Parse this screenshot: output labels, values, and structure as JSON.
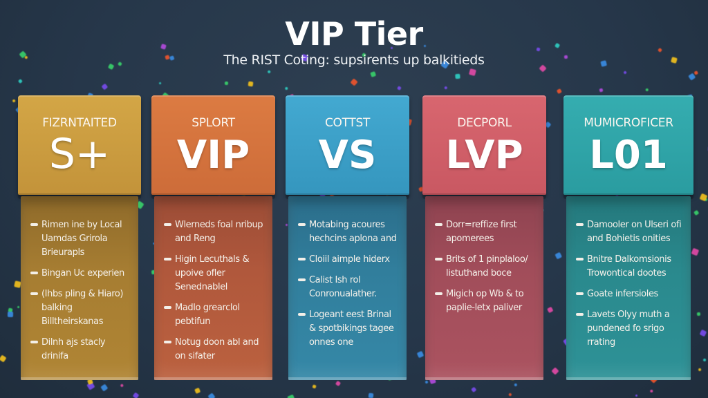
{
  "header": {
    "title": "VIP Tier",
    "subtitle": "The RIST Coting: supsirents up balkitieds"
  },
  "colors": {
    "background": "#263545",
    "tier_1": "#c99a3e",
    "tier_2": "#d4723e",
    "tier_3": "#3a9cc4",
    "tier_4": "#d05d67",
    "tier_5": "#2ea3a6"
  },
  "tiers": [
    {
      "kicker": "FIZRNTAITED",
      "badge": "S+",
      "header_color": "#c99a3e",
      "body_color": "#a57b2e",
      "features": [
        "Rimen ine by Local Uamdas Grirola Brieurapls",
        "Bingan Uc experien",
        "(Ihbs pling & Hiaro) balking Billtheirskanas",
        "Dilnh ajs stacly drinifa"
      ]
    },
    {
      "kicker": "SPLORT",
      "badge": "VIP",
      "header_color": "#d4723e",
      "body_color": "#b1593c",
      "features": [
        "Wlerneds foal nribup and Reng",
        "Higin Lecuthals & upoive ofler Senednablel",
        "Madlo grearclol pebtifun",
        "Notug doon abl and on sifater"
      ]
    },
    {
      "kicker": "COTTST",
      "badge": "VS",
      "header_color": "#3a9cc4",
      "body_color": "#327f9d",
      "features": [
        "Motabing acoures hechcins aplona and",
        "Cloiil aimple hiderx",
        "Calist Ish rol Conronualather.",
        "Logeant eest Brinal & spotbikings tagee onnes one"
      ]
    },
    {
      "kicker": "DECPORL",
      "badge": "LVP",
      "header_color": "#d05d67",
      "body_color": "#a34d5a",
      "features": [
        "Dorr=reffize first apomerees",
        "Brits of 1 pinplaloo/ listuthand boce",
        "Migich op Wb & to paplie-letx paliver"
      ]
    },
    {
      "kicker": "MUMICROFICER",
      "badge": "L01",
      "header_color": "#2ea3a6",
      "body_color": "#2a8a8f",
      "features": [
        "Damooler on Ulseri ofi and Bohietis onities",
        "Bnitre Dalkomsionis Trowontical dootes",
        "Goate infersioles",
        "Lavets Olyy muth a pundened fo srigo rrating"
      ]
    }
  ]
}
